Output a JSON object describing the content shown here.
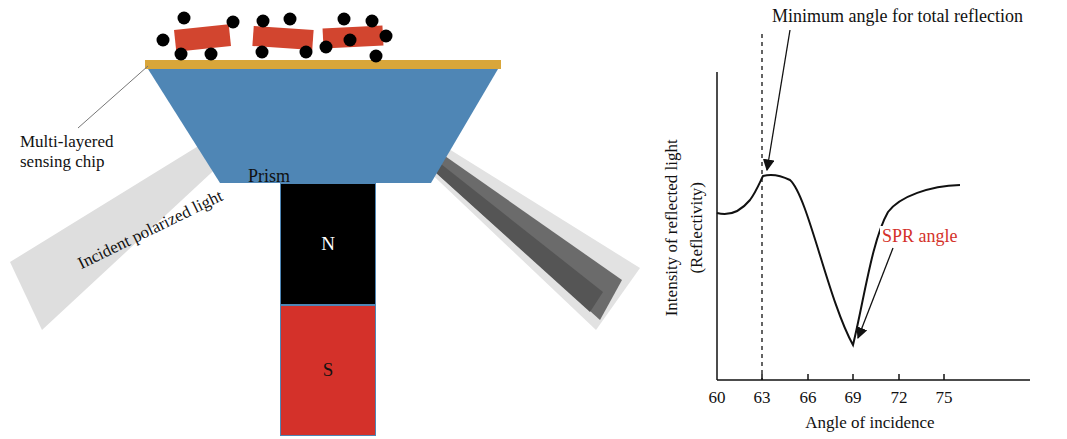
{
  "diagram": {
    "nodes": [
      {
        "text": [
          "Prism"
        ]
      },
      {
        "text": [
          "N"
        ]
      },
      {
        "text": [
          "S"
        ]
      }
    ],
    "labels": [
      "Multi-layered sensing chip",
      "Incident polarized light",
      "Minimum angle for total reflection",
      "SPR angle",
      "Intensity of reflected light",
      "(Reflectivity)",
      "60",
      "63",
      "66",
      "69",
      "72",
      "75",
      "Angle of incidence"
    ]
  }
}
